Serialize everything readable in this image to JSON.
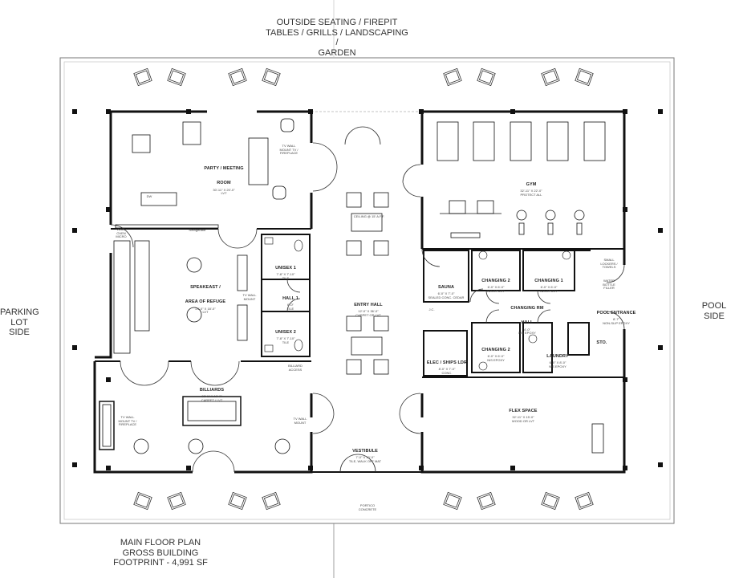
{
  "outside_note": [
    "OUTSIDE SEATING / FIREPIT",
    "TABLES / GRILLS / LANDSCAPING /",
    "GARDEN"
  ],
  "left_side": [
    "PARKING",
    "LOT SIDE"
  ],
  "right_side": [
    "POOL",
    "SIDE"
  ],
  "footer": [
    "MAIN FLOOR PLAN",
    "GROSS BUILDING",
    "FOOTPRINT - 4,991 SF"
  ],
  "rooms": {
    "party": {
      "name": [
        "PARTY / MEETING",
        "ROOM"
      ],
      "dims": "30'-11\" X 20'-0\"",
      "finish": "LVT"
    },
    "fireplace_top": [
      "TV WALL",
      "MOUNT TV /",
      "FIREPLACE"
    ],
    "speakeast": {
      "name": [
        "SPEAKEAST /",
        "AREA OF REFUGE"
      ],
      "dims": "24'-0\" X 18'-0\"",
      "finish": "LVT"
    },
    "tv_wall": "TV WALL MOUNT",
    "unisex1": {
      "name": "UNISEX 1",
      "dims": "7'-8\" X 7'-10\"",
      "finish": "TILE"
    },
    "unisex2": {
      "name": "UNISEX 2",
      "dims": "7'-8\" X 7'-10\"",
      "finish": "TILE"
    },
    "hall1": {
      "name": "HALL 1",
      "dims": "6'-0\"",
      "finish": "TILE"
    },
    "billiard_access": [
      "BILLIARD",
      "ACCESS"
    ],
    "billiards": {
      "name": "BILLIARDS",
      "dims": "32'-1\" X 18'-0\"",
      "finish": "CARPET / LVT"
    },
    "fireplace_left": [
      "TV WALL MOUNT TV /",
      "FIREPLACE"
    ],
    "tv_wall_billiards": [
      "TV WALL",
      "MOUNT"
    ],
    "ceiling": "CEILING @ 15' A.F.F.",
    "entry_hall": {
      "name": "ENTRY HALL",
      "dims": "12'-0\" X 36'-0\"",
      "finish": "CARPET OR LVT"
    },
    "vestibule": {
      "name": "VESTIBULE",
      "dims": "7'-0\" X 10'-0\"",
      "finish": "TILE, WALK OFF MAT"
    },
    "porte": [
      "PORTICO",
      "CONCRETE"
    ],
    "gym": {
      "name": "GYM",
      "dims": "32'-11\" X 22'-0\"",
      "finish": "PROTECT ALL"
    },
    "sauna": {
      "name": "SAUNA",
      "dims": "6'-0\" X 7'-0\"",
      "finish": "SEALED CONC. CEDAR"
    },
    "changing2a": {
      "name": "CHANGING 2",
      "dims": "6'-0\" X 6'-0\"",
      "finish": "NIS EPOXY"
    },
    "changing1": {
      "name": "CHANGING 1",
      "dims": "6'-0\" X 6'-0\"",
      "finish": "NIS EPOXY"
    },
    "changing_hall": {
      "name": [
        "CHANGING RM",
        "HALL"
      ],
      "dims": "4'-0\"",
      "finish": "NIS EPOXY"
    },
    "changing2b": {
      "name": "CHANGING 2",
      "dims": "6'-0\" X 6'-0\"",
      "finish": "NIS EPOXY"
    },
    "laundry": {
      "name": "LAUNDRY",
      "dims": "6'-0\" X 8'-0\"",
      "finish": "NIS EPOXY"
    },
    "sto": {
      "name": "STO."
    },
    "elec": {
      "name": "ELEC / SHIPS LDR",
      "dims": "8'-0\" X 7'-0\"",
      "finish": "CONC."
    },
    "jc": "J.C.",
    "pool_entrance": {
      "name": "POOL ENTRANCE",
      "dims": "8'-7\"",
      "finish": "NON-SLIP EPOXY"
    },
    "lockers": [
      "SMALL",
      "LOCKERS /",
      "TOWELS"
    ],
    "water": [
      "WATER",
      "BOTTLE",
      "FILLER"
    ],
    "flex": {
      "name": "FLEX SPACE",
      "dims": "32'-11\" X 15'-0\"",
      "finish": "WOOD OR LVT"
    },
    "bar_labels": [
      "WALL OVEN",
      "MICRO"
    ],
    "refrigerator": "Refrigerator",
    "dw": "DW"
  }
}
